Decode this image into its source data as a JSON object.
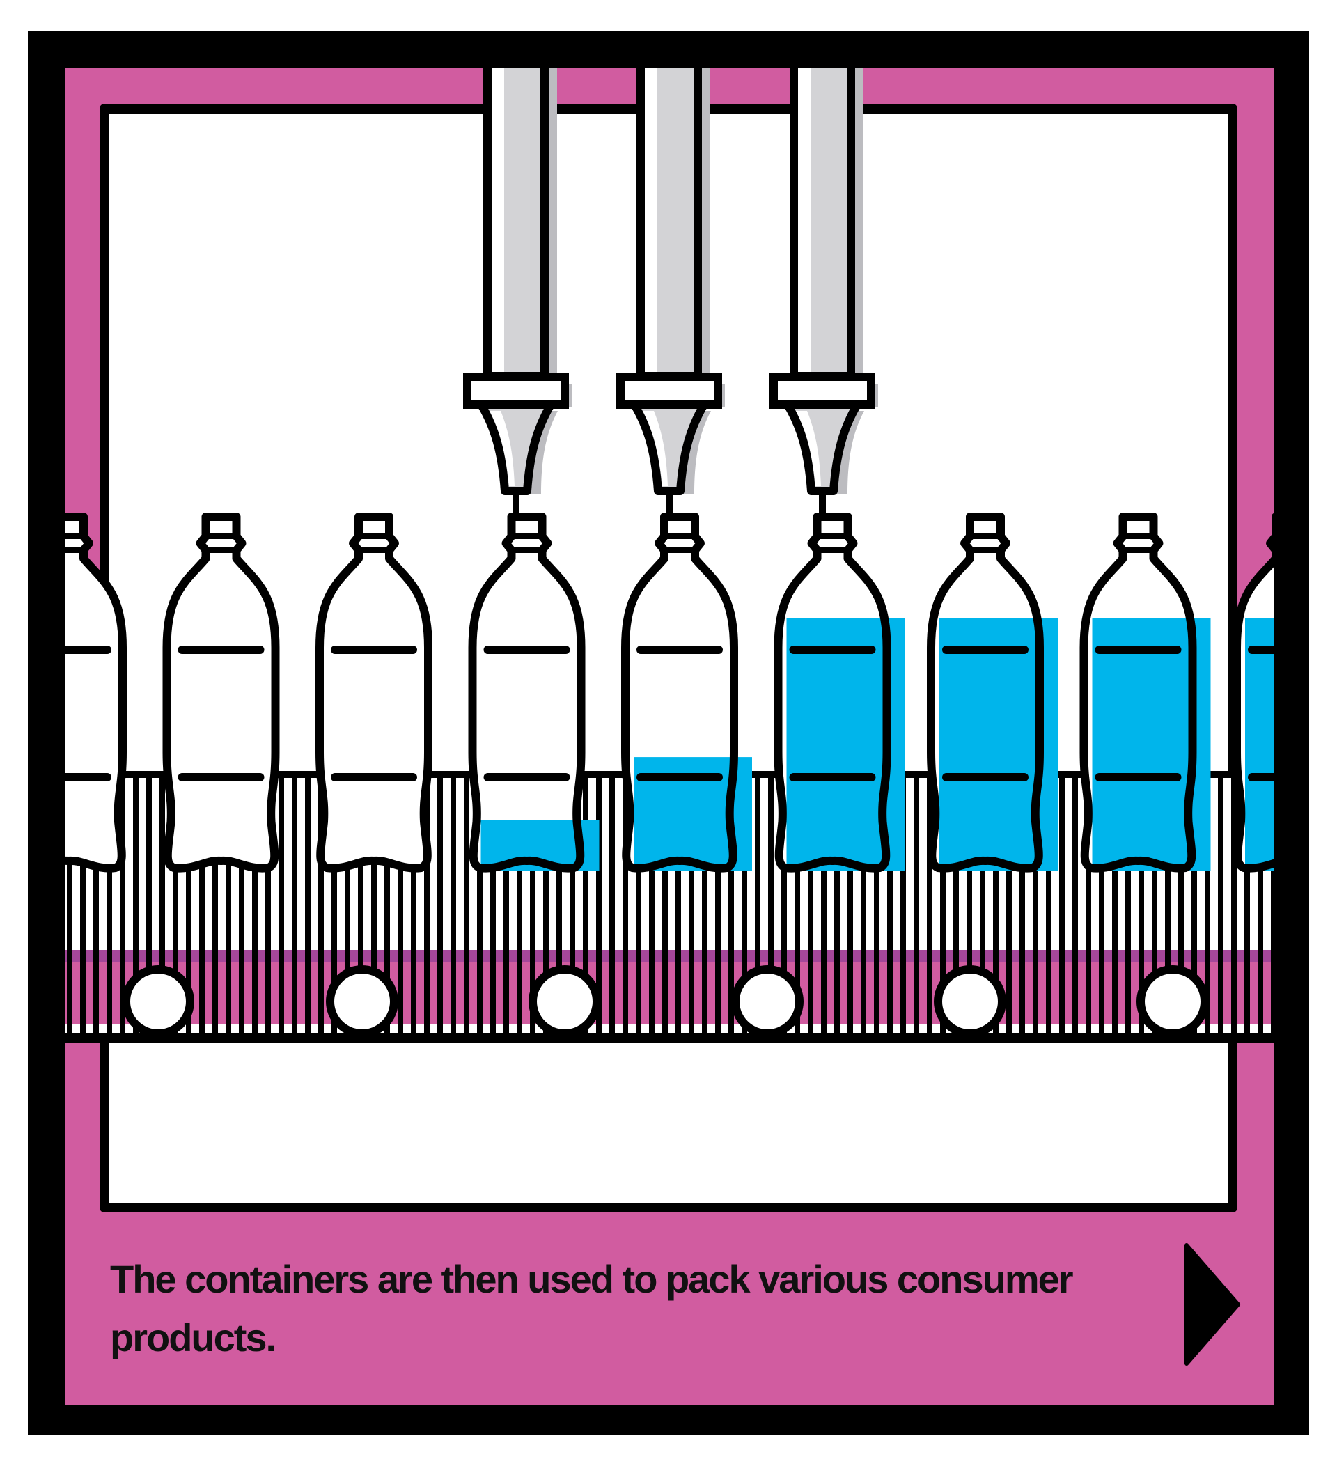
{
  "caption": "The containers are then used to pack various consumer products.",
  "colors": {
    "frame": "#000000",
    "panel": "#d15ca0",
    "panel_shadow": "#a4479a",
    "liquid": "#00b5eb",
    "nozzle_tube": "#d3d3d6",
    "nozzle_shadow": "#bcbcc0",
    "white": "#ffffff"
  },
  "icons": [
    "fill-nozzle-icon",
    "bottle-icon",
    "conveyor-roller-icon",
    "next-arrow-icon"
  ],
  "bottles": [
    {
      "fill": 0.0
    },
    {
      "fill": 0.0
    },
    {
      "fill": 0.0
    },
    {
      "fill": 0.2
    },
    {
      "fill": 0.45
    },
    {
      "fill": 1.0
    },
    {
      "fill": 1.0
    },
    {
      "fill": 1.0
    },
    {
      "fill": 1.0
    }
  ]
}
